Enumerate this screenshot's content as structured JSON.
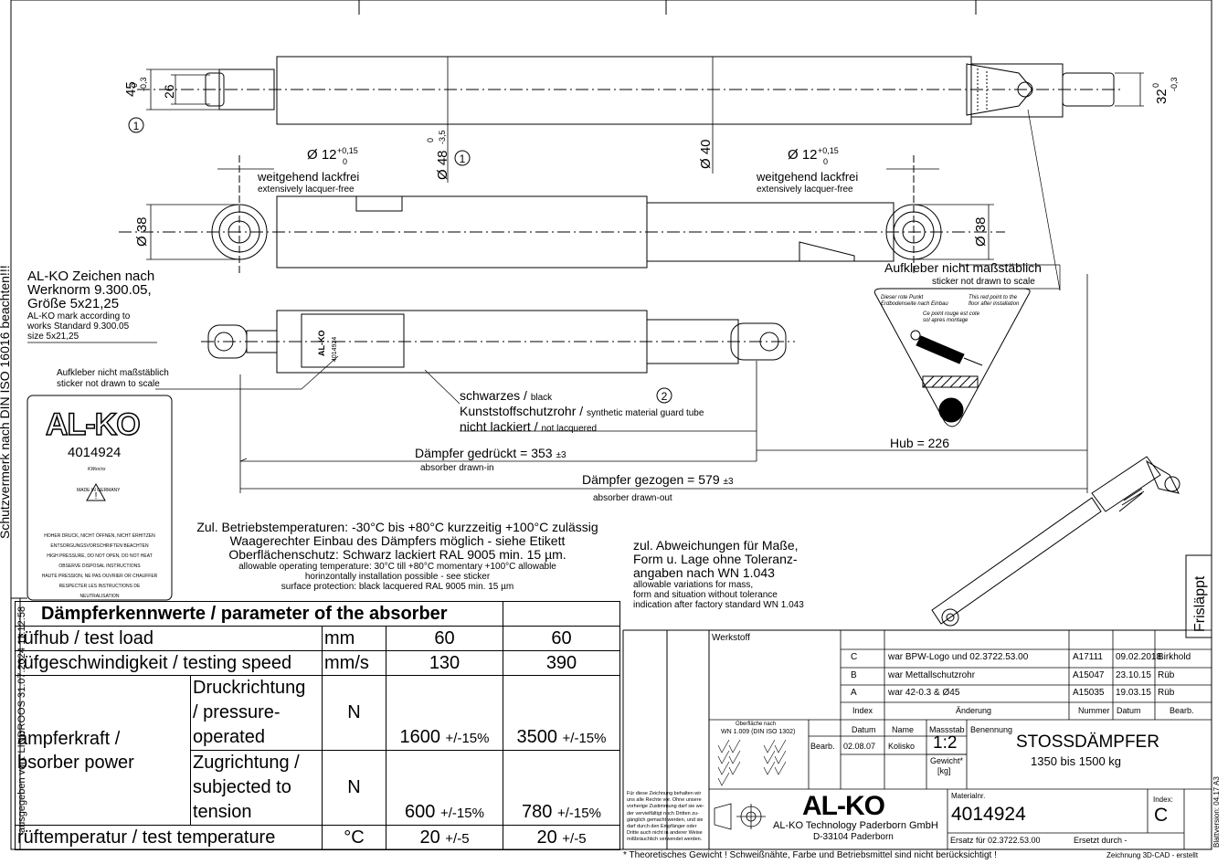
{
  "dims": {
    "d45": "45",
    "d45_tol_upper": "0",
    "d45_tol_lower": "-0,3",
    "d26": "26",
    "d32": "32",
    "d32_tol_upper": "0",
    "d32_tol_lower": "-0,3",
    "d48": "Ø 48",
    "d48_tol_upper": "0",
    "d48_tol_lower": "-3,5",
    "d40": "Ø 40",
    "d12_left": "Ø 12",
    "d12_right": "Ø 12",
    "d12_tol_upper": "+0,15",
    "d12_tol_lower": "0",
    "d38_left": "Ø 38",
    "d38_right": "Ø 38",
    "circle1": "1",
    "circle2": "2"
  },
  "notes": {
    "lacquer_free_de": "weitgehend lackfrei",
    "lacquer_free_en": "extensively lacquer-free",
    "sticker_not_scale_de": "Aufkleber nicht maßstäblich",
    "sticker_not_scale_en": "sticker not drawn to scale",
    "alko_mark_de_1": "AL-KO Zeichen nach",
    "alko_mark_de_2": "Werknorm 9.300.05,",
    "alko_mark_de_3": "Größe 5x21,25",
    "alko_mark_en_1": "AL-KO mark according to",
    "alko_mark_en_2": "works Standard 9.300.05",
    "alko_mark_en_3": "size 5x21,25",
    "tube_1_de": "schwarzes /",
    "tube_1_en": "black",
    "tube_2_de": "Kunststoffschutzrohr /",
    "tube_2_en": "synthetic material guard tube",
    "tube_3_de": "nicht lackiert /",
    "tube_3_en": "not lacquered",
    "compressed_de": "Dämpfer gedrückt = 353",
    "compressed_tol": "±3",
    "compressed_en": "absorber drawn-in",
    "extended_de": "Dämpfer gezogen = 579",
    "extended_tol": "±3",
    "extended_en": "absorber drawn-out",
    "stroke": "Hub = 226",
    "temp_de_1": "Zul. Betriebstemperaturen: -30°C bis +80°C kurzzeitig +100°C zulässig",
    "temp_de_2": "Waagerechter Einbau des Dämpfers möglich - siehe Etikett",
    "temp_de_3": "Oberflächenschutz: Schwarz lackiert RAL 9005 min. 15 µm.",
    "temp_en_1": "allowable operating temperature: 30°C till +80°C momentary +100°C allowable",
    "temp_en_2": "horinzontally installation possible - see sticker",
    "temp_en_3": "surface protection: black lacquered RAL 9005 min. 15  µm",
    "tol_de_1": "zul. Abweichungen für Maße,",
    "tol_de_2": "Form u. Lage ohne Toleranz-",
    "tol_de_3": "angaben nach WN 1.043",
    "tol_en_1": "allowable variations for mass,",
    "tol_en_2": "form and situation without tolerance",
    "tol_en_3": "indication after factory standard WN 1.043",
    "side_left": "Schutzvermerk nach DIN ISO 16016 beachten!!!",
    "side_issued": "ausgegeben von: LINDROOS 31.07.2024 11:12:58",
    "frisapp": "Frisläppt",
    "sheet_version": "Blattversion: 04.17 A3"
  },
  "triangle_sticker": {
    "de_1": "Dieser rote Punkt",
    "de_2": "Erdbodenseite nach Einbau",
    "en_1": "This red point to the",
    "en_2": "floor after installation",
    "fr_1": "Ce point rouge est cote",
    "fr_2": "sol apres montage"
  },
  "label_sticker": {
    "logo": "AL-KO",
    "number": "4014924",
    "week": "KWxx/xx",
    "made_in": "MADE IN GERMANY",
    "warn_1": "HOHER DRUCK, NICHT ÖFFNEN, NICHT ERHITZEN",
    "warn_2": "ENTSORGUNGSVORSCHRIFTEN BEACHTEN",
    "warn_3": "HIGH PRESSURE, DO NOT OPEN, DO NOT HEAT",
    "warn_4": "OBSERVE DISPOSAL INSTRUCTIONS",
    "warn_5": "HAUTE PRESSION, NE PAS OUVRIER OR CHAUFFER",
    "warn_6": "RESPECTER LES INSTRUCTIONS DE",
    "warn_7": "NEUTRALISATION"
  },
  "params": {
    "title": "Dämpferkennwerte / parameter of the absorber",
    "row1_label": "rüfhub / test load",
    "row1_unit": "mm",
    "row1_v1": "60",
    "row1_v2": "60",
    "row2_label": "rüfgeschwindigkeit / testing speed",
    "row2_unit": "mm/s",
    "row2_v1": "130",
    "row2_v2": "390",
    "force_label_1": "ämpferkraft /",
    "force_label_2": "bsorber power",
    "press_1": "Druckrichtung",
    "press_2": "/ pressure-",
    "press_3": "operated",
    "press_unit": "N",
    "press_v1": "1600",
    "press_v2": "3500",
    "tens_1": "Zugrichtung /",
    "tens_2": "subjected to",
    "tens_3": "tension",
    "tens_unit": "N",
    "tens_v1": "600",
    "tens_v2": "780",
    "force_tol": "+/-15%",
    "row5_label": "rüftemperatur / test temperature",
    "row5_unit": "°C",
    "row5_v1": "20",
    "row5_v2": "20",
    "temp_tol": "+/-5"
  },
  "title_block": {
    "werkstoff": "Werkstoff",
    "rev_c_idx": "C",
    "rev_c_text": "war BPW-Logo und 02.3722.53.00",
    "rev_c_num": "A17111",
    "rev_c_date": "09.02.2018",
    "rev_c_name": "Birkhold",
    "rev_b_idx": "B",
    "rev_b_text": "war Mettallschutzrohr",
    "rev_b_num": "A15047",
    "rev_b_date": "23.10.15",
    "rev_b_name": "Rüb",
    "rev_a_idx": "A",
    "rev_a_text": "war 42-0.3 & Ø45",
    "rev_a_num": "A15035",
    "rev_a_date": "19.03.15",
    "rev_a_name": "Rüb",
    "h_index": "Index",
    "h_change": "Änderung",
    "h_number": "Nummer",
    "h_date": "Datum",
    "h_bearb": "Bearb.",
    "surface_1": "Oberfläche nach",
    "surface_2": "WN 1.009 (DIN ISO 1302)",
    "bearb": "Bearb.",
    "datum_h": "Datum",
    "name_h": "Name",
    "massstab_h": "Massstab",
    "benennung_h": "Benennung",
    "datum": "02.08.07",
    "name": "Kolisko",
    "scale": "1:2",
    "weight_1": "Gewicht*",
    "weight_2": "[kg]",
    "title": "STOSSDÄMPFER",
    "subtitle": "1350 bis 1500 kg",
    "legal_1": "Für diese Zeichnung behalten wir",
    "legal_2": "uns alle Rechte vor. Ohne unsere",
    "legal_3": "vorherige Zustimmung darf sie we-",
    "legal_4": "der vervielfältigt noch Dritten zu-",
    "legal_5": "gänglich gemacht werden, und sie",
    "legal_6": "darf durch den Empfänger oder",
    "legal_7": "Dritte auch nicht in anderer Weise",
    "legal_8": "mißbräuchlich verwendet werden.",
    "company_logo": "AL-KO",
    "company": "AL-KO Technology Paderborn GmbH",
    "address": "D-33104 Paderborn",
    "materialnr_h": "Materialnr.",
    "materialnr": "4014924",
    "index_h": "Index:",
    "index": "C",
    "ersatz": "Ersatz für 02.3722.53.00",
    "ersetzt": "Ersetzt durch -",
    "footer": "* Theoretisches Gewicht ! Schweißnähte, Farbe und Betriebsmittel sind nicht berücksichtigt !",
    "zeichnung": "Zeichnung 3D-CAD - erstellt"
  }
}
